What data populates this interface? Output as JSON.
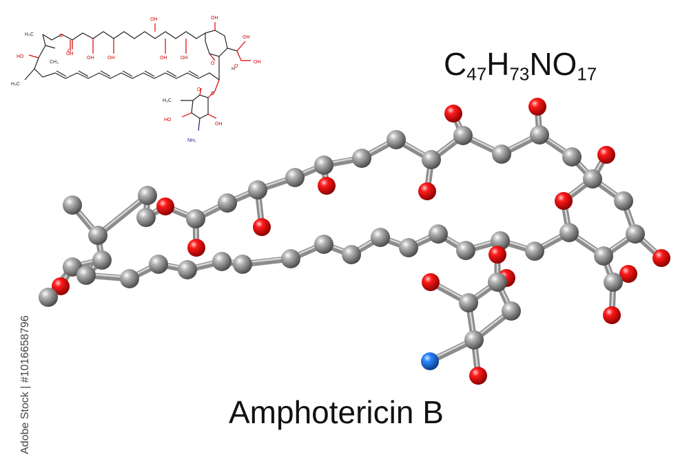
{
  "title": "Amphotericin B",
  "formula": {
    "parts": [
      {
        "el": "C",
        "n": "47"
      },
      {
        "el": "H",
        "n": "73"
      },
      {
        "el": "N",
        "n": ""
      },
      {
        "el": "O",
        "n": "17"
      }
    ]
  },
  "watermark_side": "Adobe Stock | #1016658796",
  "skeletal_labels": {
    "ch3_top": "H₃C",
    "ch3_mid": "CH₃",
    "ho_left": "HO",
    "ch3_left": "H₃C",
    "oh_1": "OH",
    "oh_2": "OH",
    "oh_3": "OH",
    "oh_4": "OH",
    "oh_5": "OH",
    "oh_6": "OH",
    "oh_top": "OH",
    "oh_ring": "OH",
    "h_ring": "H",
    "ring_o": "O",
    "ester_o": "O",
    "ester_co": "O",
    "cooh": "OH",
    "cooh_o": "O",
    "sugar_ch3": "H₃C",
    "sugar_o": "O",
    "link_o": "O",
    "sugar_ho": "HO",
    "sugar_oh": "OH",
    "sugar_nh2": "NH₂"
  },
  "colors": {
    "carbon": "#8a8a8a",
    "oxygen": "#e00000",
    "nitrogen": "#1a6fd6",
    "bond": "#8c8c8c",
    "skeletal_bond": "#222222",
    "skeletal_o": "#d40000",
    "skeletal_n": "#1a1aa0"
  }
}
